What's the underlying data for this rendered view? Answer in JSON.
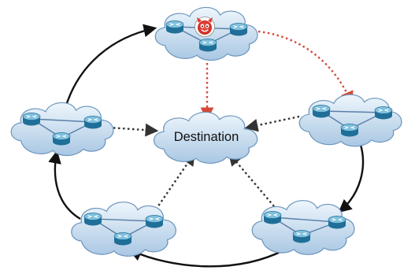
{
  "diagram": {
    "destination_label": "Destination",
    "nodes": [
      {
        "id": "top",
        "role": "compromised-network",
        "badge_icon": "devil-icon"
      },
      {
        "id": "right",
        "role": "network"
      },
      {
        "id": "bottom-right",
        "role": "network"
      },
      {
        "id": "bottom-left",
        "role": "network"
      },
      {
        "id": "left",
        "role": "network"
      },
      {
        "id": "destination",
        "role": "destination"
      }
    ],
    "cycle_edges": [
      {
        "from": "left",
        "to": "top",
        "style": "solid"
      },
      {
        "from": "right",
        "to": "bottom-right",
        "style": "solid"
      },
      {
        "from": "bottom-right",
        "to": "bottom-left",
        "style": "solid"
      },
      {
        "from": "bottom-left",
        "to": "left",
        "style": "solid"
      }
    ],
    "attack_edges": [
      {
        "from": "top",
        "to": "destination",
        "style": "dotted"
      },
      {
        "from": "top",
        "to": "right",
        "style": "dotted"
      }
    ],
    "route_edges": [
      {
        "from": "left",
        "to": "destination",
        "style": "dotted"
      },
      {
        "from": "right",
        "to": "destination",
        "style": "dotted"
      },
      {
        "from": "bottom-left",
        "to": "destination",
        "style": "dotted"
      },
      {
        "from": "bottom-right",
        "to": "destination",
        "style": "dotted"
      }
    ],
    "colors": {
      "cloud_light": "#e9f3fb",
      "cloud_dark": "#a9c7e3",
      "cloud_stroke": "#6a93bb",
      "router_top": "#7fc0dd",
      "router_side": "#1f6f98",
      "cycle_edge": "#111111",
      "attack_edge": "#d44a37",
      "route_edge": "#333333",
      "devil": "#e0342a"
    },
    "icons": [
      "router-icon",
      "cloud-icon",
      "devil-icon",
      "arrow-icon"
    ]
  }
}
